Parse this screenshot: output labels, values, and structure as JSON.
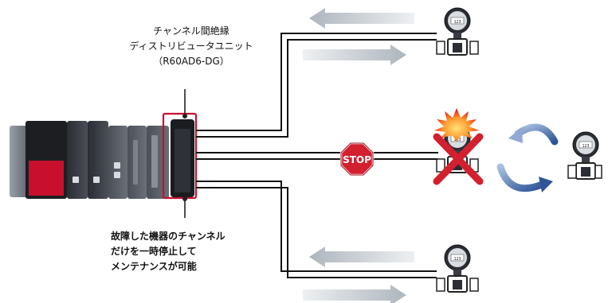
{
  "top_label": {
    "lines": [
      "チャンネル間絶縁",
      "ディストリビュータユニット",
      "（R60AD6-DG）"
    ]
  },
  "bottom_label": {
    "lines": [
      "故障した機器のチャンネル",
      "だけを一時停止して",
      "メンテナンスが可能"
    ]
  },
  "stop_sign": {
    "text": "STOP"
  },
  "device_display": "123",
  "colors": {
    "stop": "#d2202f",
    "highlight_frame": "#c8102e",
    "arrow_gray": "#bcc2c9",
    "cycle_arrow": "#4a6fa8",
    "x_mark": "#d2202f",
    "burst": "#e60012",
    "burst_glow": "#f7b500"
  },
  "icons": [
    "plc-rack",
    "field-transmitter",
    "stop-sign",
    "x-mark",
    "alert-burst",
    "cycle-arrows"
  ]
}
